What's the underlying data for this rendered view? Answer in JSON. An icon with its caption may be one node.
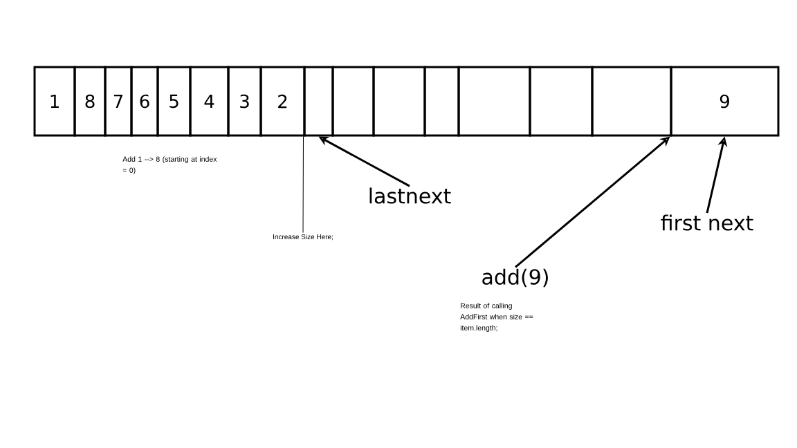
{
  "diagram": {
    "nodes": [
      {
        "text": [
          "1"
        ]
      },
      {
        "text": [
          "8"
        ]
      },
      {
        "text": [
          "7"
        ]
      },
      {
        "text": [
          "6"
        ]
      },
      {
        "text": [
          "5"
        ]
      },
      {
        "text": [
          "4"
        ]
      },
      {
        "text": [
          "3"
        ]
      },
      {
        "text": [
          "2"
        ]
      },
      {
        "text": [],
        "shape": "box"
      },
      {
        "text": [],
        "shape": "box"
      },
      {
        "text": [],
        "shape": "box"
      },
      {
        "text": [],
        "shape": "box"
      },
      {
        "text": [],
        "shape": "box"
      },
      {
        "text": [],
        "shape": "box"
      },
      {
        "text": [],
        "shape": "box"
      },
      {
        "text": [
          "9"
        ]
      },
      {
        "text": [
          "Increase Size Here;"
        ]
      },
      {
        "text": [
          "lastnext"
        ]
      },
      {
        "text": [
          "add(9)"
        ]
      },
      {
        "text": [
          "first next"
        ]
      }
    ],
    "edges": [
      {
        "from": 16,
        "to": 8,
        "arrow": "none"
      },
      {
        "from": 17,
        "to": 8,
        "arrow": "to"
      },
      {
        "from": 18,
        "to": 15,
        "arrow": "to"
      },
      {
        "from": 19,
        "to": 15,
        "arrow": "to"
      }
    ],
    "labels": [
      "Add 1 --> 8 (starting at index = 0)",
      "Result of calling AddFirst when size == item.length;"
    ]
  }
}
